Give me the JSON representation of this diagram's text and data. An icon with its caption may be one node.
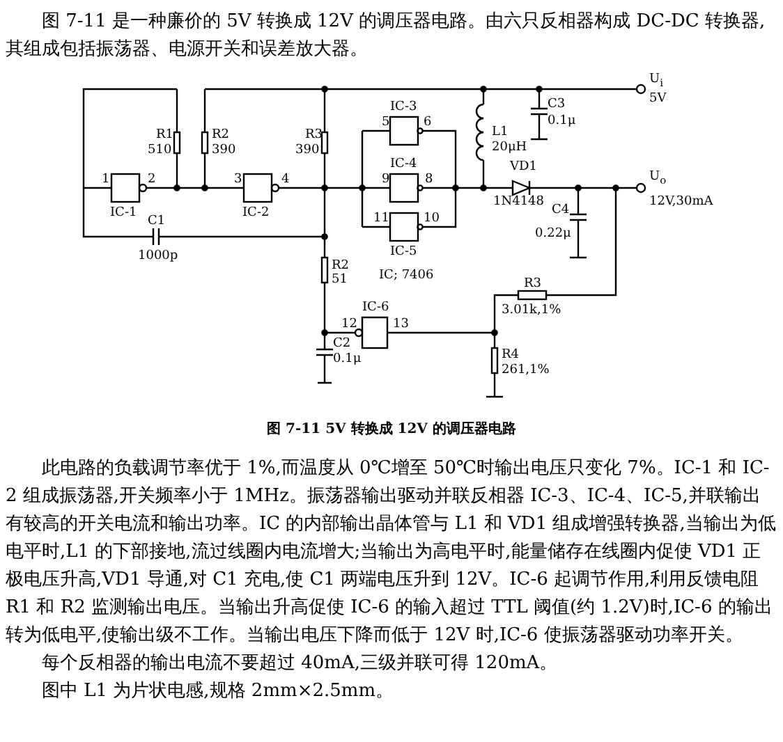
{
  "diagram": {
    "caption": "图 7-11  5V 转换成 12V 的调压器电路",
    "labels": [
      "图 7-11 是一种廉价的 5V 转换成 12V 的调压器电路。由六只反相器构成 DC-DC 转换器,其组成包括振荡器、电源开关和误差放大器。",
      "C3",
      "0.1μ",
      "U$_{i}$",
      "5V",
      "IC-3",
      "L1",
      "20μH",
      "R1",
      "510",
      "R2",
      "390",
      "R3",
      "390",
      "5",
      "6",
      "1",
      "2",
      "3",
      "4",
      "IC-4",
      "9",
      "8",
      "VD1",
      "U$_{o}$",
      "12V,30mA",
      "IC-1",
      "IC-2",
      "1N4148",
      "C1",
      "11",
      "10",
      "C4",
      "0.22μ",
      "1000p",
      "IC-5",
      "IC; 7406",
      "R2",
      "51",
      "R3",
      "IC-6",
      "12",
      "13",
      "3.01k,1%",
      "C2",
      "0.1μ",
      "R4",
      "261,1%",
      "此电路的负载调节率优于 1%,而温度从 0℃增至 50℃时输出电压只变化 7%。IC-1 和 IC-2 组成振荡器,开关频率小于 1MHz。振荡器输出驱动并联反相器 IC-3、IC-4、IC-5,并联输出有较高的开关电流和输出功率。IC 的内部输出晶体管与 L1 和 VD1 组成增强转换器,当输出为低电平时,L1 的下部接地,流过线圈内电流增大;当输出为高电平时,能量储存在线圈内促使 VD1 正极电压升高,VD1 导通,对 C1 充电,使 C1 两端电压升到 12V。IC-6 起调节作用,利用反馈电阻 R1 和 R2 监测输出电压。当输出升高促使 IC-6 的输入超过 TTL 阈值(约 1.2V)时,IC-6 的输出转为低电平,使输出级不工作。当输出电压下降而低于 12V 时,IC-6 使振荡器驱动功率开关。",
      "每个反相器的输出电流不要超过 40mA,三级并联可得 120mA。",
      "图中 L1 为片状电感,规格 2mm×2.5mm。"
    ]
  }
}
